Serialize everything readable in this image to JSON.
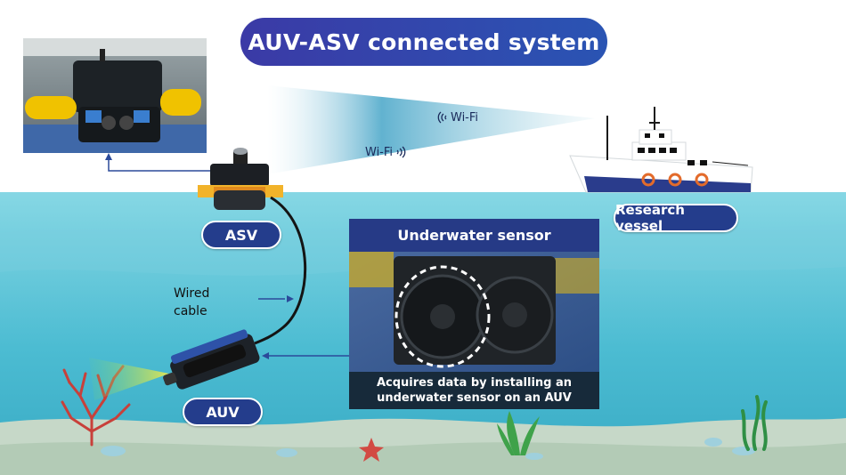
{
  "title": "AUV-ASV connected system",
  "labels": {
    "asv": "ASV",
    "auv": "AUV",
    "research_vessel": "Research vessel",
    "wired_cable_line1": "Wired",
    "wired_cable_line2": "cable",
    "wifi_top": "Wi-Fi",
    "wifi_bottom": "Wi-Fi"
  },
  "sensor_panel": {
    "header": "Underwater sensor",
    "caption_line1": "Acquires data by installing an",
    "caption_line2": "underwater sensor on an AUV"
  },
  "colors": {
    "title_pill": "#3b3aa6",
    "tag_fill": "#243d8c",
    "sea_top": "#7fd3e0",
    "sea_bottom": "#2fa7c3",
    "seabed": "#c8d9c9",
    "beam": "#cfe9f0",
    "vessel_hull": "#2a3c8c"
  },
  "icons": [
    "wifi-icon",
    "starfish-icon",
    "coral-icon",
    "seaweed-icon"
  ]
}
